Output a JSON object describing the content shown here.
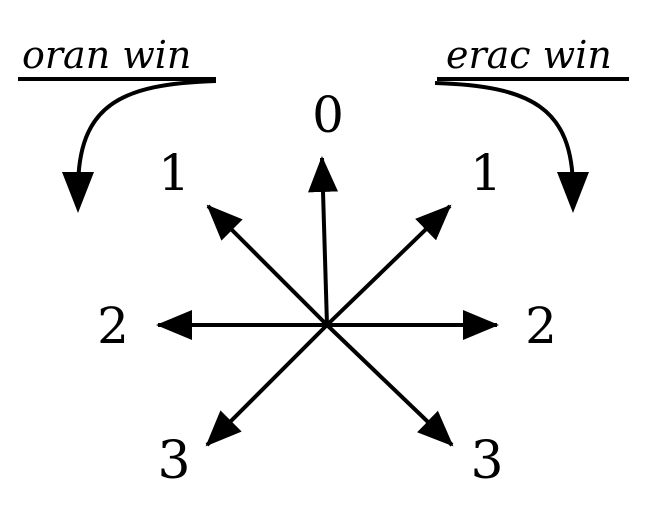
{
  "labels": {
    "left_caption": "oran win",
    "right_caption": "erac win"
  },
  "numbers": {
    "top": "0",
    "upper_left": "1",
    "upper_right": "1",
    "middle_left": "2",
    "middle_right": "2",
    "lower_left": "3",
    "lower_right": "3"
  },
  "colors": {
    "ink": "#000000",
    "background": "#ffffff"
  }
}
